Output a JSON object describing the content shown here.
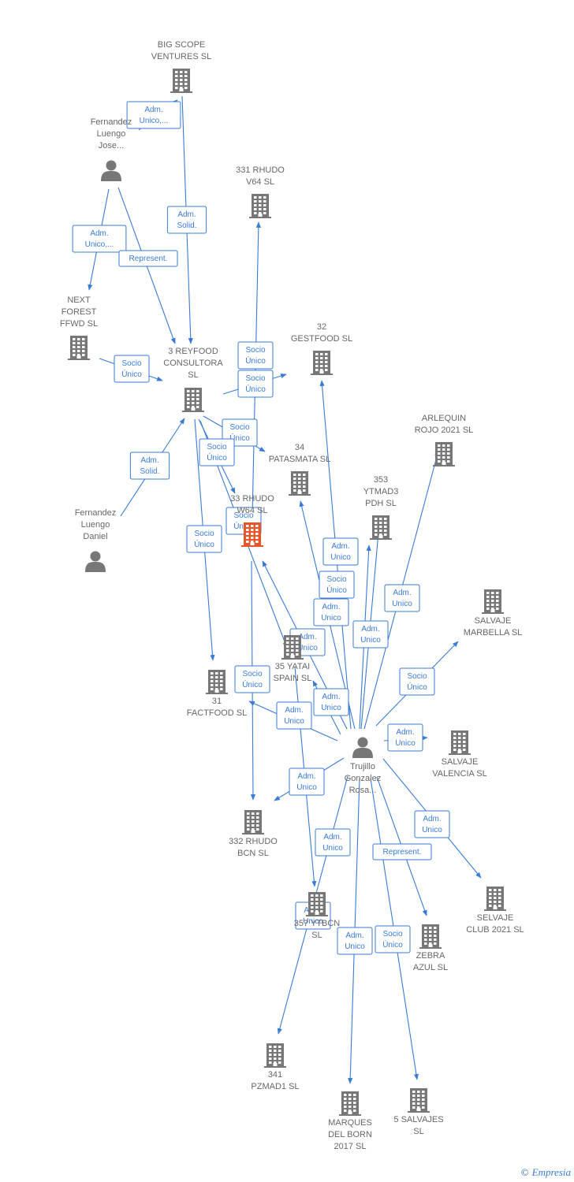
{
  "colors": {
    "accent": "#3a7bd5",
    "node_gray": "#777777",
    "label_gray": "#666666",
    "focus_orange": "#e8552b"
  },
  "brand": {
    "copyright": "©",
    "name": "Empresia"
  },
  "nodes": [
    {
      "id": "bigscope",
      "kind": "company",
      "lines": [
        "BIG SCOPE",
        "VENTURES  SL"
      ]
    },
    {
      "id": "fernandez_jose",
      "kind": "person",
      "lines": [
        "Fernandez",
        "Luengo",
        "Jose..."
      ]
    },
    {
      "id": "rhudo331",
      "kind": "company",
      "lines": [
        "331 RHUDO",
        "V64  SL"
      ]
    },
    {
      "id": "nextforest",
      "kind": "company",
      "lines": [
        "NEXT",
        "FOREST",
        "FFWD  SL"
      ]
    },
    {
      "id": "reyfood",
      "kind": "company",
      "lines": [
        "3 REYFOOD",
        "CONSULTORA",
        "SL"
      ]
    },
    {
      "id": "gestfood",
      "kind": "company",
      "lines": [
        "32",
        "GESTFOOD  SL"
      ]
    },
    {
      "id": "arlequin",
      "kind": "company",
      "lines": [
        "ARLEQUIN",
        "ROJO 2021  SL"
      ]
    },
    {
      "id": "patasmata",
      "kind": "company",
      "lines": [
        "34",
        "PATASMATA  SL"
      ]
    },
    {
      "id": "ytmad3",
      "kind": "company",
      "lines": [
        "353",
        "YTMAD3",
        "PDH  SL"
      ]
    },
    {
      "id": "rhudo33",
      "kind": "focus",
      "lines": [
        "33 RHUDO",
        "W64  SL"
      ]
    },
    {
      "id": "fernandez_daniel",
      "kind": "person",
      "lines": [
        "Fernandez",
        "Luengo",
        "Daniel"
      ]
    },
    {
      "id": "salvaje_marbella",
      "kind": "company",
      "lines": [
        "SALVAJE",
        "MARBELLA  SL"
      ]
    },
    {
      "id": "yatai",
      "kind": "company",
      "lines": [
        "35 YATAI",
        "SPAIN  SL"
      ]
    },
    {
      "id": "factfood",
      "kind": "company",
      "lines": [
        "31",
        "FACTFOOD  SL"
      ]
    },
    {
      "id": "trujillo",
      "kind": "person",
      "lines": [
        "Trujillo",
        "Gonzalez",
        "Rosa..."
      ]
    },
    {
      "id": "salvaje_valencia",
      "kind": "company",
      "lines": [
        "SALVAJE",
        "VALENCIA  SL"
      ]
    },
    {
      "id": "rhudo332",
      "kind": "company",
      "lines": [
        "332 RHUDO",
        "BCN  SL"
      ]
    },
    {
      "id": "selvaje_club",
      "kind": "company",
      "lines": [
        "SELVAJE",
        "CLUB 2021  SL"
      ]
    },
    {
      "id": "ytbcn",
      "kind": "company",
      "lines": [
        "357 YTBCN",
        "SL"
      ]
    },
    {
      "id": "zebra",
      "kind": "company",
      "lines": [
        "ZEBRA",
        "AZUL  SL"
      ]
    },
    {
      "id": "pzmad1",
      "kind": "company",
      "lines": [
        "341",
        "PZMAD1  SL"
      ]
    },
    {
      "id": "marques",
      "kind": "company",
      "lines": [
        "MARQUES",
        "DEL BORN",
        "2017  SL"
      ]
    },
    {
      "id": "salvajes5",
      "kind": "company",
      "lines": [
        "5 SALVAJES",
        "SL"
      ]
    }
  ],
  "edges": [
    {
      "from": "fernandez_jose",
      "to": "bigscope",
      "lines": [
        "Adm.",
        "Unico,..."
      ]
    },
    {
      "from": "bigscope",
      "to": "reyfood",
      "lines": [
        "Adm.",
        "Solid."
      ]
    },
    {
      "from": "fernandez_jose",
      "to": "nextforest",
      "lines": [
        "Adm.",
        "Unico,..."
      ]
    },
    {
      "from": "fernandez_jose",
      "to": "reyfood",
      "lines": [
        "Represent."
      ]
    },
    {
      "from": "nextforest",
      "to": "reyfood",
      "lines": [
        "Socio",
        "Único"
      ]
    },
    {
      "from": "fernandez_daniel",
      "to": "reyfood",
      "lines": [
        "Adm.",
        "Solid."
      ]
    },
    {
      "from": "reyfood",
      "to": "gestfood",
      "lines": [
        "Socio",
        "Único"
      ]
    },
    {
      "from": "rhudo33",
      "to": "rhudo331",
      "lines": [
        "Socio",
        "Único"
      ]
    },
    {
      "from": "reyfood",
      "to": "patasmata",
      "lines": [
        "Socio",
        "Único"
      ]
    },
    {
      "from": "reyfood",
      "to": "rhudo33",
      "lines": [
        "Socio",
        "Único"
      ]
    },
    {
      "from": "reyfood",
      "to": "yatai",
      "lines": [
        "Socio",
        "Único"
      ]
    },
    {
      "from": "reyfood",
      "to": "factfood",
      "lines": [
        "Socio",
        "Único"
      ]
    },
    {
      "from": "rhudo33",
      "to": "rhudo332",
      "lines": [
        "Socio",
        "Único"
      ]
    },
    {
      "from": "trujillo",
      "to": "ytmad3",
      "lines": [
        "Adm.",
        "Unico"
      ]
    },
    {
      "from": "trujillo",
      "to": "patasmata",
      "lines": [
        "Socio",
        "Único"
      ]
    },
    {
      "from": "trujillo",
      "to": "gestfood",
      "lines": [
        "Adm.",
        "Unico"
      ]
    },
    {
      "from": "trujillo",
      "to": "rhudo33",
      "lines": [
        "Adm.",
        "Unico"
      ]
    },
    {
      "from": "trujillo",
      "to": "arlequin",
      "lines": [
        "Adm.",
        "Unico"
      ]
    },
    {
      "from": "trujillo",
      "to": "ytmad3",
      "lines": [
        "Adm.",
        "Unico"
      ]
    },
    {
      "from": "trujillo",
      "to": "salvaje_marbella",
      "lines": [
        "Socio",
        "Único"
      ]
    },
    {
      "from": "trujillo",
      "to": "yatai",
      "lines": [
        "Adm.",
        "Unico"
      ]
    },
    {
      "from": "trujillo",
      "to": "factfood",
      "lines": [
        "Adm.",
        "Unico"
      ]
    },
    {
      "from": "trujillo",
      "to": "salvaje_valencia",
      "lines": [
        "Adm.",
        "Unico"
      ]
    },
    {
      "from": "trujillo",
      "to": "rhudo332",
      "lines": [
        "Adm.",
        "Unico"
      ]
    },
    {
      "from": "trujillo",
      "to": "selvaje_club",
      "lines": [
        "Adm.",
        "Unico"
      ]
    },
    {
      "from": "trujillo",
      "to": "zebra",
      "lines": [
        "Represent."
      ]
    },
    {
      "from": "trujillo",
      "to": "pzmad1",
      "lines": [
        "Adm.",
        "Unico"
      ]
    },
    {
      "from": "yatai",
      "to": "ytbcn",
      "lines": [
        "Adm.",
        "Unico"
      ]
    },
    {
      "from": "trujillo",
      "to": "marques",
      "lines": [
        "Adm.",
        "Unico"
      ]
    },
    {
      "from": "trujillo",
      "to": "salvajes5",
      "lines": [
        "Socio",
        "Único"
      ]
    }
  ]
}
